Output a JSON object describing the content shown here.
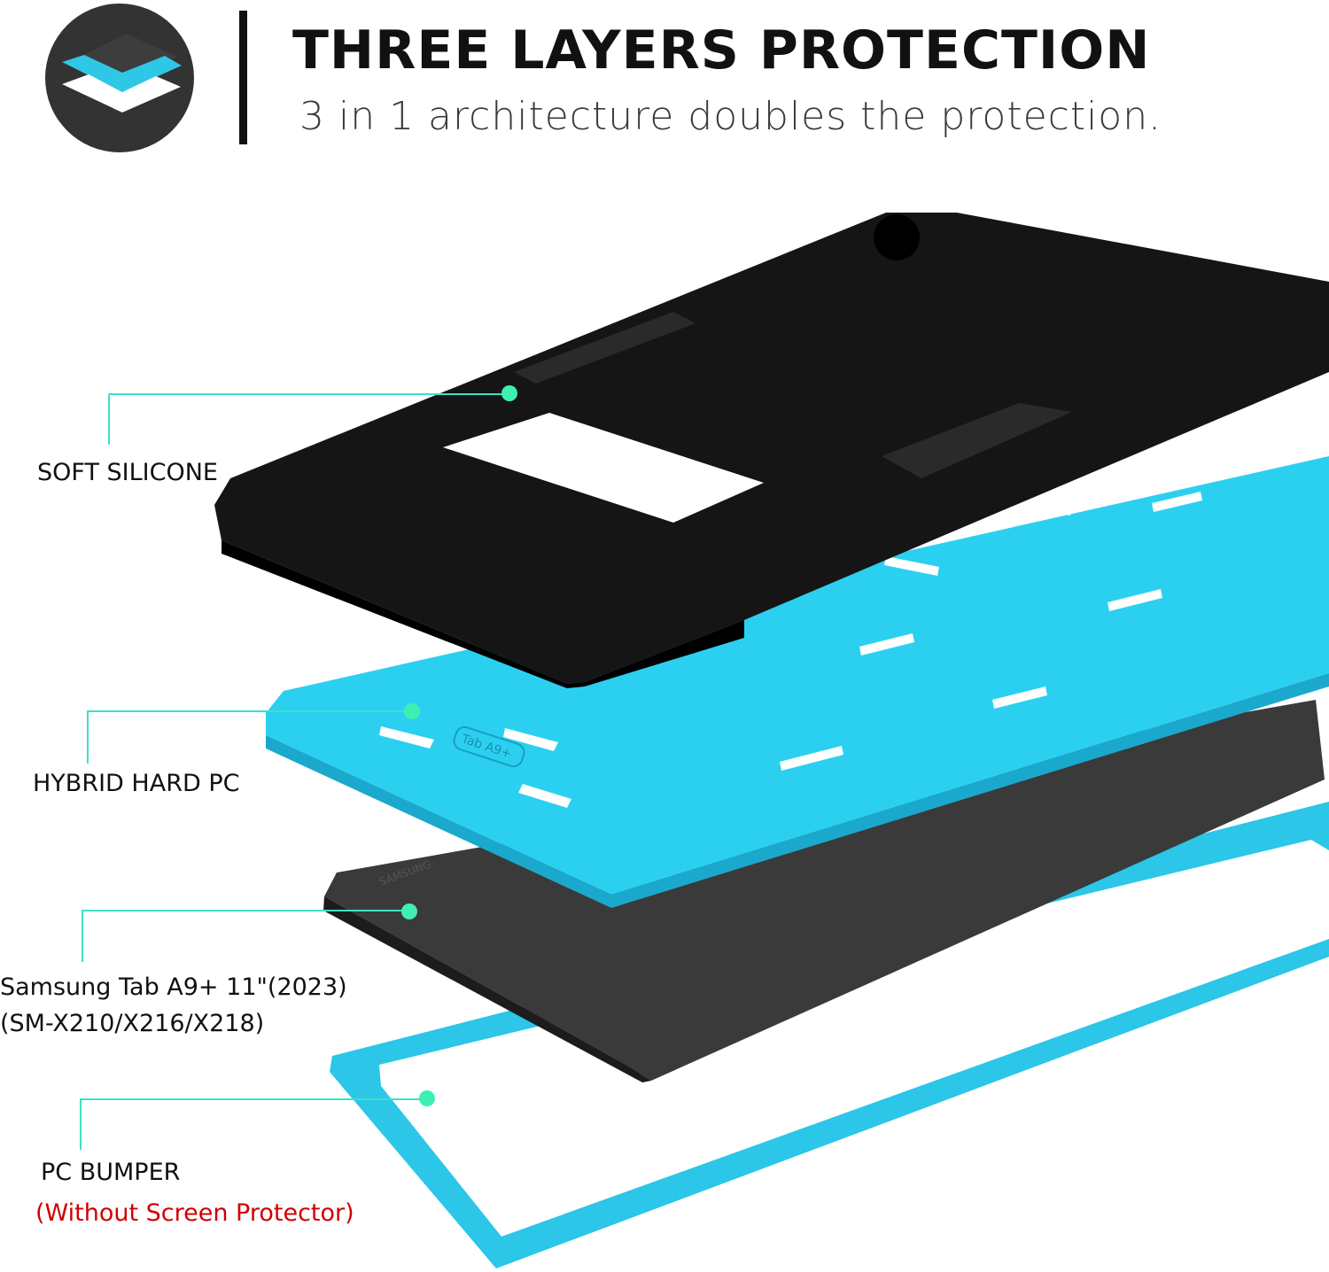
{
  "header": {
    "title": "THREE LAYERS PROTECTION",
    "subtitle": "3 in 1 architecture doubles the protection.",
    "icon": "layers-icon"
  },
  "labels": {
    "soft_silicone": "SOFT SILICONE",
    "hybrid_hard_pc": "HYBRID HARD PC",
    "tablet_line1": "Samsung Tab A9+ 11\"(2023)",
    "tablet_line2": "(SM-X210/X216/X218)",
    "pc_bumper": "PC BUMPER",
    "bumper_note": "(Without Screen Protector)"
  },
  "product_lettering": {
    "pc_emboss": "Tab A9+",
    "tablet_brand": "SAMSUNG"
  },
  "colors": {
    "accent_cyan": "#29c9ec",
    "leader_line": "#3ee0c8",
    "silicone": "#141414",
    "tablet": "#3c3c3c",
    "note_red": "#d00000"
  }
}
